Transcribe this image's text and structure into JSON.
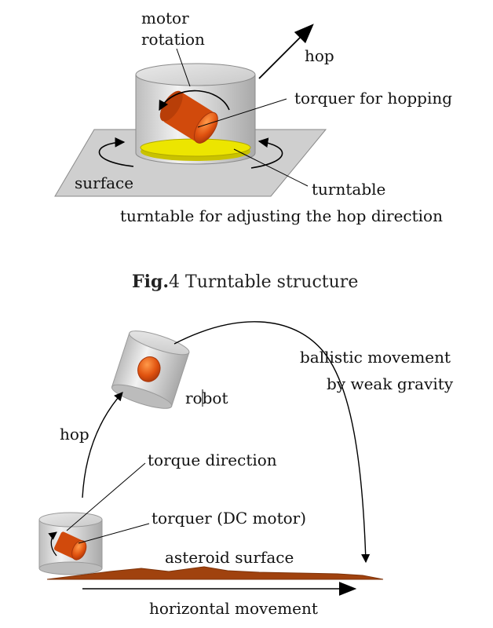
{
  "figure_top": {
    "labels": {
      "motor_rotation_1": "motor",
      "motor_rotation_2": "rotation",
      "hop": "hop",
      "torquer": "torquer for hopping",
      "surface": "surface",
      "turntable": "turntable",
      "subtitle": "turntable for adjusting the hop direction"
    },
    "caption": {
      "prefix": "Fig.",
      "number": "4",
      "text": "Turntable structure"
    }
  },
  "figure_bottom": {
    "labels": {
      "ballistic_1": "ballistic movement",
      "ballistic_2": "by weak gravity",
      "robot": "robot",
      "hop": "hop",
      "torque_direction": "torque direction",
      "torquer_dc": "torquer (DC motor)",
      "asteroid_surface": "asteroid surface",
      "horizontal": "horizontal movement"
    }
  },
  "colors": {
    "torquer": "#e0520f",
    "turntable": "#e8e000",
    "cylinder": "#d8d8d8",
    "surface_plate": "#cccccc",
    "asteroid": "#a0420e"
  }
}
